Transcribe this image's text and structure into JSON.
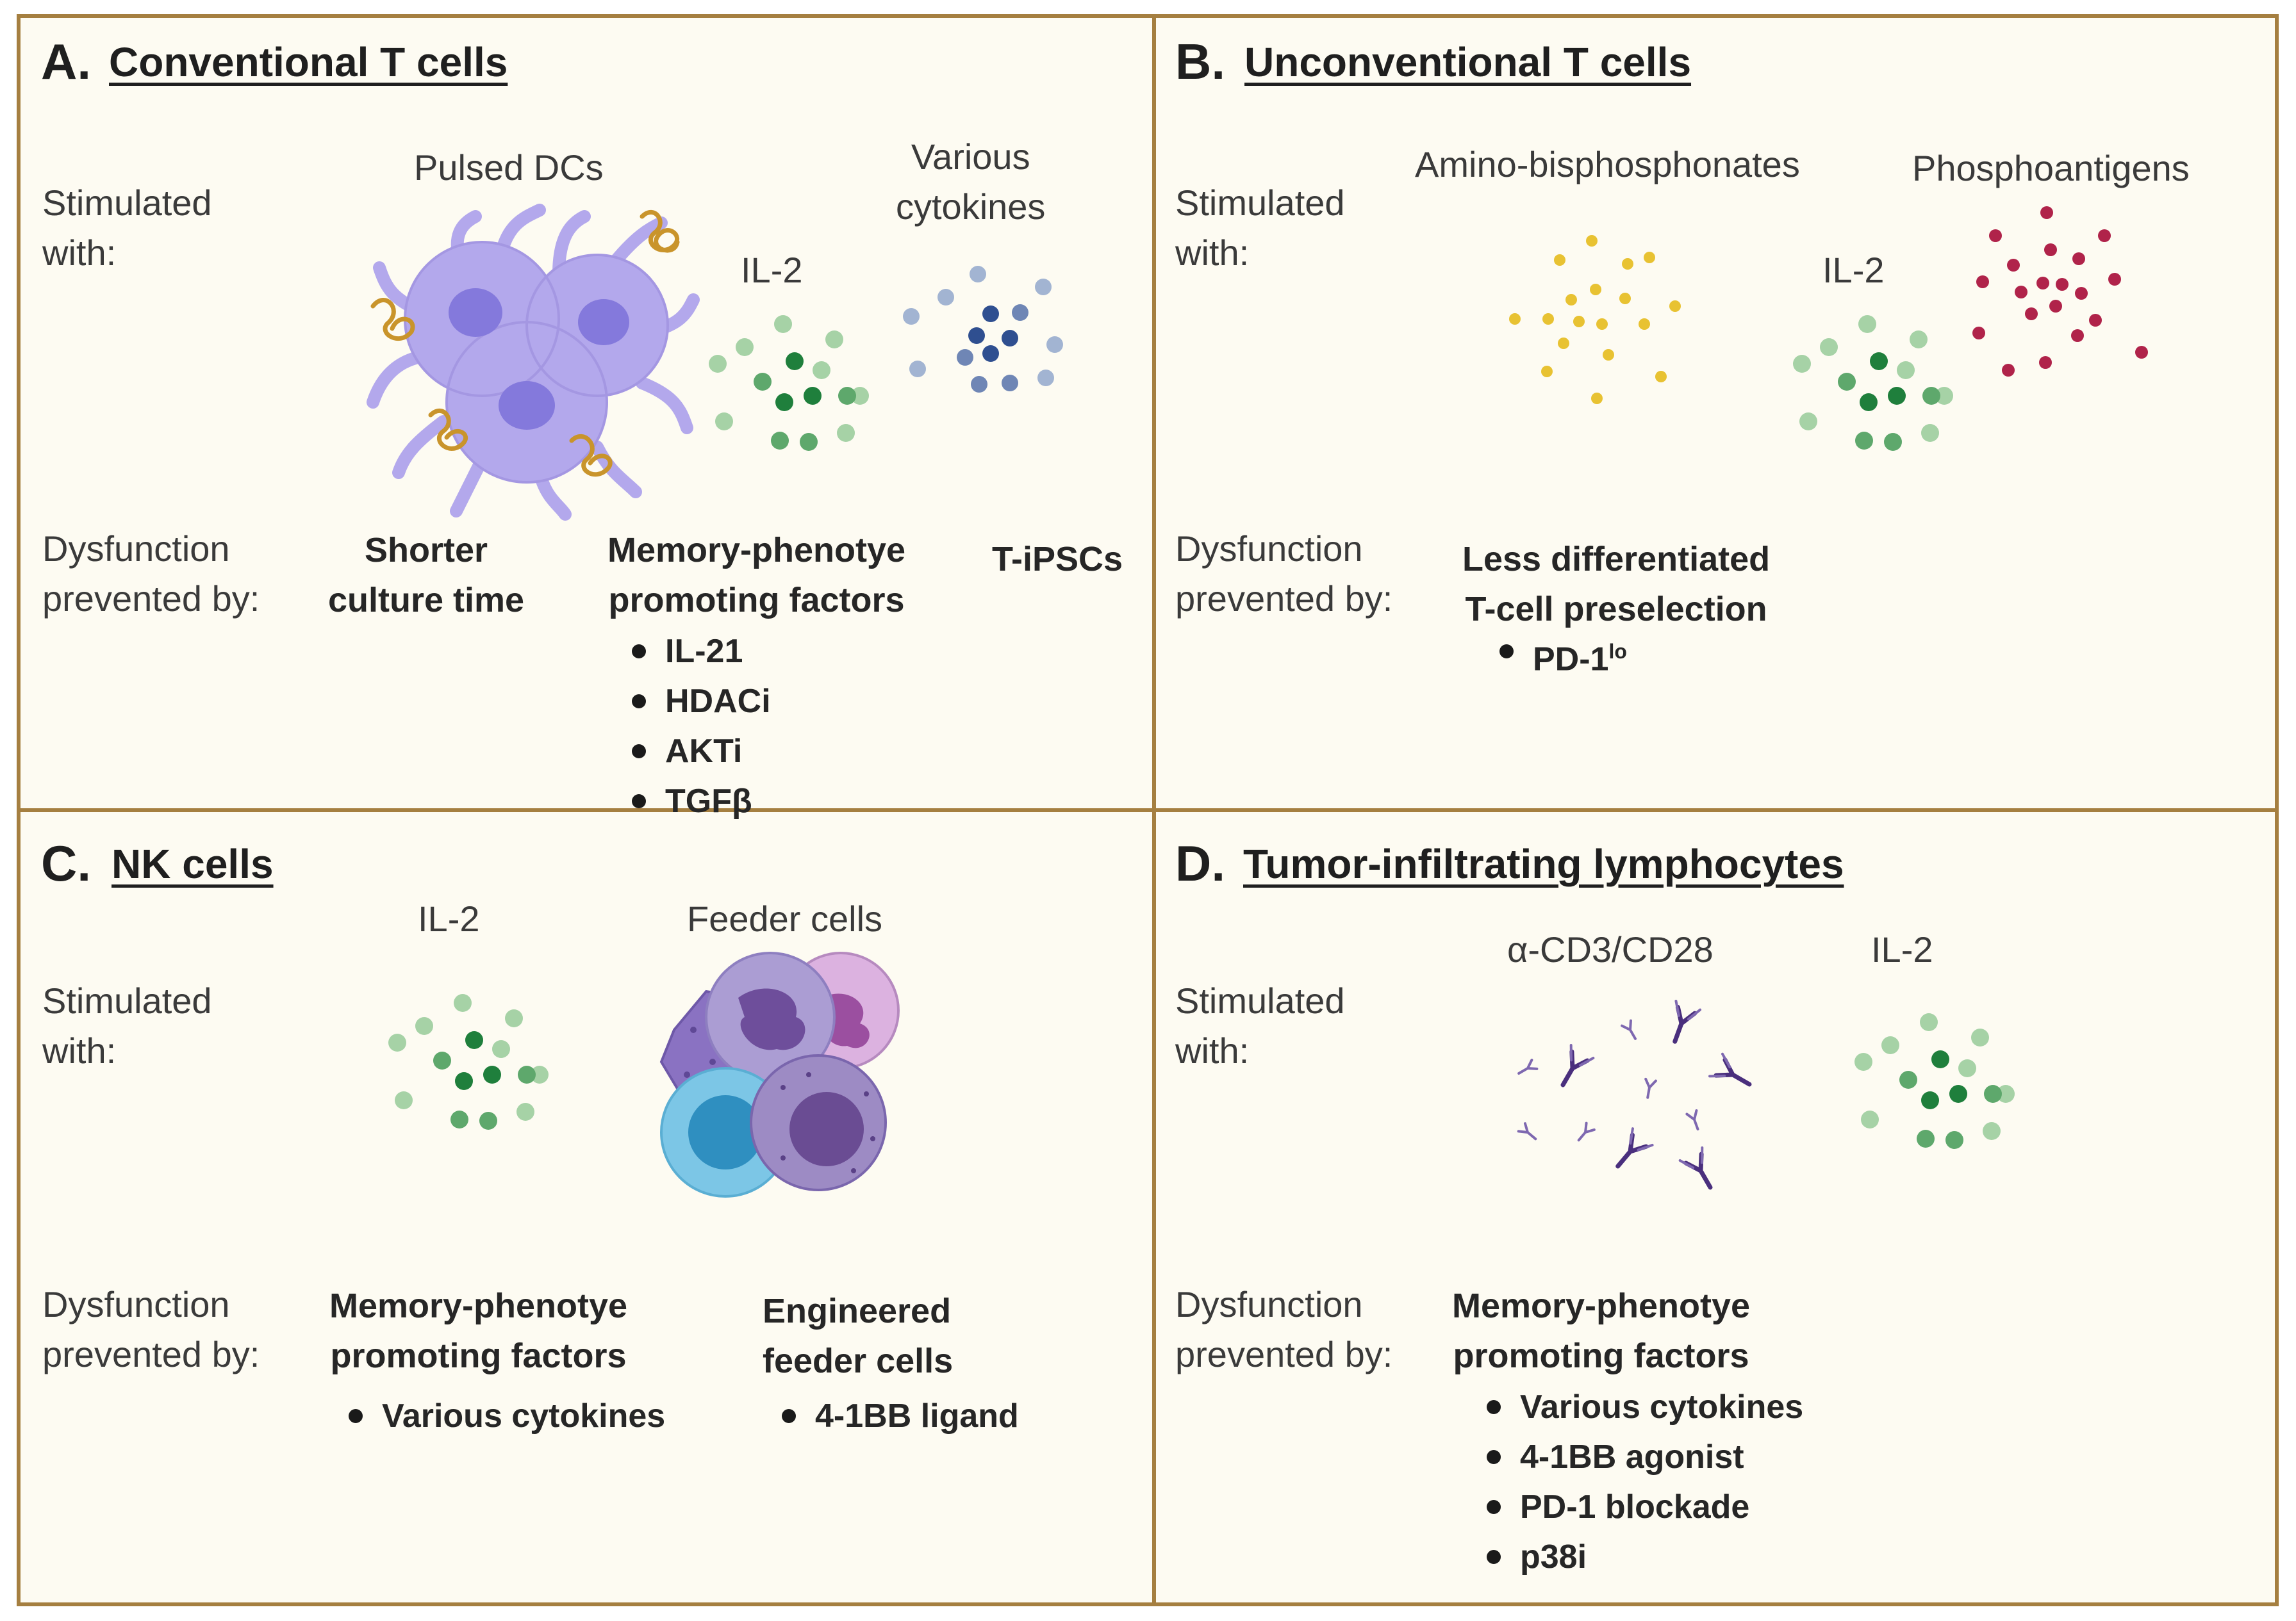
{
  "labels": {
    "stimulated": "Stimulated\nwith:",
    "dysfunction": "Dysfunction\nprevented by:"
  },
  "panels": {
    "a": {
      "letter": "A.",
      "title": "Conventional T cells",
      "stimuli": [
        "Pulsed DCs",
        "IL-2",
        "Various\ncytokines"
      ],
      "prevention": [
        "Shorter\nculture time",
        "Memory-phenotye\npromoting factors",
        "T-iPSCs"
      ],
      "bullets": [
        "IL-21",
        "HDACi",
        "AKTi",
        "TGFβ"
      ]
    },
    "b": {
      "letter": "B.",
      "title": "Unconventional T cells",
      "stimuli": [
        "Amino-bisphosphonates",
        "IL-2",
        "Phosphoantigens"
      ],
      "prevention": [
        "Less differentiated\nT-cell preselection"
      ],
      "bullet_main": "PD-1",
      "bullet_sup": "lo"
    },
    "c": {
      "letter": "C.",
      "title": "NK cells",
      "stimuli": [
        "IL-2",
        "Feeder cells"
      ],
      "prevention": [
        "Memory-phenotye\npromoting factors",
        "Engineered\nfeeder cells"
      ],
      "bullets_left": [
        "Various cytokines"
      ],
      "bullets_right": [
        "4-1BB ligand"
      ]
    },
    "d": {
      "letter": "D.",
      "title": "Tumor-infiltrating lymphocytes",
      "stimuli": [
        "α-CD3/CD28",
        "IL-2"
      ],
      "prevention": [
        "Memory-phenotye\npromoting factors"
      ],
      "bullets": [
        "Various cytokines",
        "4-1BB agonist",
        "PD-1 blockade",
        "p38i"
      ]
    }
  },
  "colors": {
    "border": "#a57f40",
    "background": "#fdfbf2",
    "dc_cell": "#b3a8ec",
    "dc_nucleus": "#8479dc",
    "antigen": "#c9942b",
    "il2_dark": "#1f7f3c",
    "il2_mid": "#5ea86c",
    "il2_light": "#a6d2a6",
    "cytokine_dark": "#2f4f90",
    "cytokine_light": "#a2b4d2",
    "bisphosphonate": "#e8c232",
    "phosphoantigen": "#b0234a",
    "antibody": "#4a2f7d"
  }
}
